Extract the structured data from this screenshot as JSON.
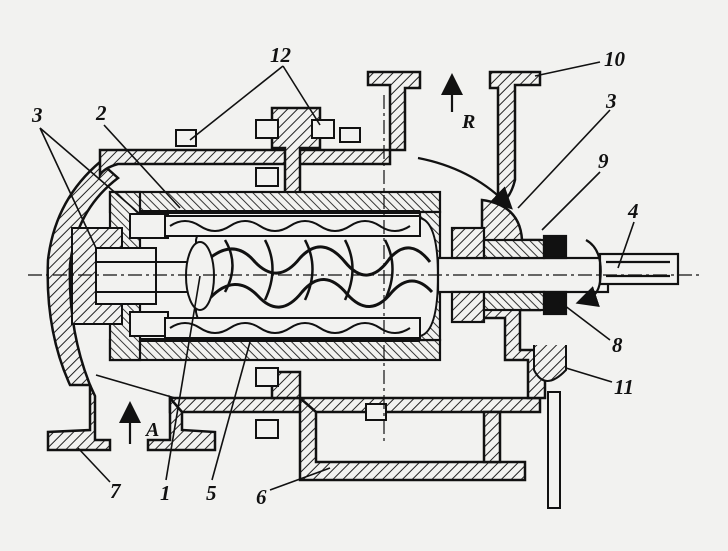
{
  "diagram": {
    "colors": {
      "ink": "#111111",
      "paper": "#f2f2f0",
      "hatch": "#222222"
    },
    "callouts": [
      {
        "id": "1",
        "text": "1"
      },
      {
        "id": "2",
        "text": "2"
      },
      {
        "id": "3a",
        "text": "3"
      },
      {
        "id": "3b",
        "text": "3"
      },
      {
        "id": "4",
        "text": "4"
      },
      {
        "id": "5",
        "text": "5"
      },
      {
        "id": "6",
        "text": "6"
      },
      {
        "id": "7",
        "text": "7"
      },
      {
        "id": "8",
        "text": "8"
      },
      {
        "id": "9",
        "text": "9"
      },
      {
        "id": "10",
        "text": "10"
      },
      {
        "id": "11",
        "text": "11"
      },
      {
        "id": "12",
        "text": "12"
      }
    ],
    "flow_labels": {
      "inlet": "A",
      "outlet": "R"
    }
  }
}
